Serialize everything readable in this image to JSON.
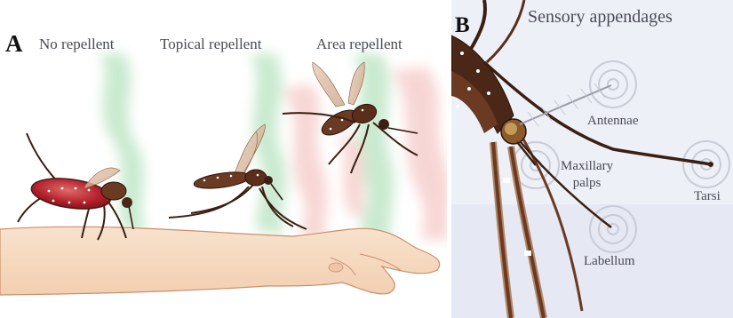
{
  "panel_a": {
    "letter": "A",
    "conditions": [
      "No repellent",
      "Topical repellent",
      "Area repellent"
    ]
  },
  "panel_b": {
    "letter": "B",
    "title": "Sensory appendages",
    "appendages": [
      "Antennae",
      "Maxillary palps",
      "Tarsi",
      "Labellum"
    ],
    "maxillary_line1": "Maxillary",
    "maxillary_line2": "palps"
  },
  "colors": {
    "repellent_green": "#b7e3c0",
    "repellent_pink": "#f4c9c6",
    "skin": "#f6dcc4",
    "panel_b_bg": "#eef0f8",
    "mosquito_body": "#6b3a22",
    "blood_abdomen": "#b11f2a"
  }
}
